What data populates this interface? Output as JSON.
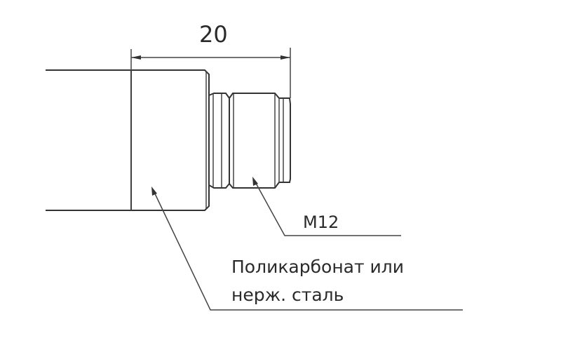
{
  "dimension": {
    "value": "20"
  },
  "labels": {
    "thread": "M12",
    "material_line1": "Поликарбонат или",
    "material_line2": "нерж. сталь"
  },
  "colors": {
    "line": "#333333",
    "text": "#2a2a2a"
  }
}
